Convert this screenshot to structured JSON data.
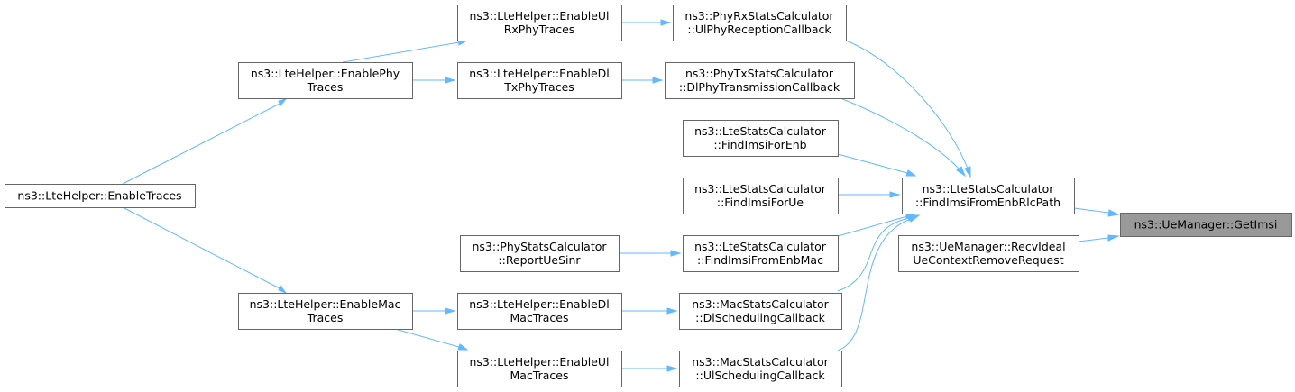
{
  "diagram": {
    "nodes": {
      "ueGetImsi": [
        "ns3::UeManager::GetImsi"
      ],
      "findImsiFromEnbRlcPath": [
        "ns3::LteStatsCalculator",
        "::FindImsiFromEnbRlcPath"
      ],
      "recvIdealUeContextRemove": [
        "ns3::UeManager::RecvIdeal",
        "UeContextRemoveRequest"
      ],
      "ulPhyReceptionCallback": [
        "ns3::PhyRxStatsCalculator",
        "::UlPhyReceptionCallback"
      ],
      "dlPhyTransmissionCallback": [
        "ns3::PhyTxStatsCalculator",
        "::DlPhyTransmissionCallback"
      ],
      "findImsiForEnb": [
        "ns3::LteStatsCalculator",
        "::FindImsiForEnb"
      ],
      "findImsiForUe": [
        "ns3::LteStatsCalculator",
        "::FindImsiForUe"
      ],
      "findImsiFromEnbMac": [
        "ns3::LteStatsCalculator",
        "::FindImsiFromEnbMac"
      ],
      "dlSchedulingCallback": [
        "ns3::MacStatsCalculator",
        "::DlSchedulingCallback"
      ],
      "ulSchedulingCallback": [
        "ns3::MacStatsCalculator",
        "::UlSchedulingCallback"
      ],
      "enableUlRxPhyTraces": [
        "ns3::LteHelper::EnableUl",
        "RxPhyTraces"
      ],
      "enableDlTxPhyTraces": [
        "ns3::LteHelper::EnableDl",
        "TxPhyTraces"
      ],
      "reportUeSinr": [
        "ns3::PhyStatsCalculator",
        "::ReportUeSinr"
      ],
      "enableDlMacTraces": [
        "ns3::LteHelper::EnableDl",
        "MacTraces"
      ],
      "enableUlMacTraces": [
        "ns3::LteHelper::EnableUl",
        "MacTraces"
      ],
      "enablePhyTraces": [
        "ns3::LteHelper::EnablePhy",
        "Traces"
      ],
      "enableMacTraces": [
        "ns3::LteHelper::EnableMac",
        "Traces"
      ],
      "enableTraces": [
        "ns3::LteHelper::EnableTraces"
      ]
    },
    "current": "ueGetImsi",
    "edges": [
      [
        "findImsiFromEnbRlcPath",
        "ueGetImsi"
      ],
      [
        "recvIdealUeContextRemove",
        "ueGetImsi"
      ],
      [
        "ulPhyReceptionCallback",
        "findImsiFromEnbRlcPath"
      ],
      [
        "dlPhyTransmissionCallback",
        "findImsiFromEnbRlcPath"
      ],
      [
        "findImsiForEnb",
        "findImsiFromEnbRlcPath"
      ],
      [
        "findImsiForUe",
        "findImsiFromEnbRlcPath"
      ],
      [
        "findImsiFromEnbMac",
        "findImsiFromEnbRlcPath"
      ],
      [
        "dlSchedulingCallback",
        "findImsiFromEnbRlcPath"
      ],
      [
        "ulSchedulingCallback",
        "findImsiFromEnbRlcPath"
      ],
      [
        "enableUlRxPhyTraces",
        "ulPhyReceptionCallback"
      ],
      [
        "enableDlTxPhyTraces",
        "dlPhyTransmissionCallback"
      ],
      [
        "reportUeSinr",
        "findImsiFromEnbMac"
      ],
      [
        "enableDlMacTraces",
        "dlSchedulingCallback"
      ],
      [
        "enableUlMacTraces",
        "ulSchedulingCallback"
      ],
      [
        "enablePhyTraces",
        "enableUlRxPhyTraces"
      ],
      [
        "enablePhyTraces",
        "enableDlTxPhyTraces"
      ],
      [
        "enableMacTraces",
        "enableDlMacTraces"
      ],
      [
        "enableMacTraces",
        "enableUlMacTraces"
      ],
      [
        "enableTraces",
        "enablePhyTraces"
      ],
      [
        "enableTraces",
        "enableMacTraces"
      ]
    ],
    "colors": {
      "edge": "#63b8ff",
      "border": "#666666",
      "current_fill": "#999999",
      "node_fill": "#ffffff"
    }
  }
}
